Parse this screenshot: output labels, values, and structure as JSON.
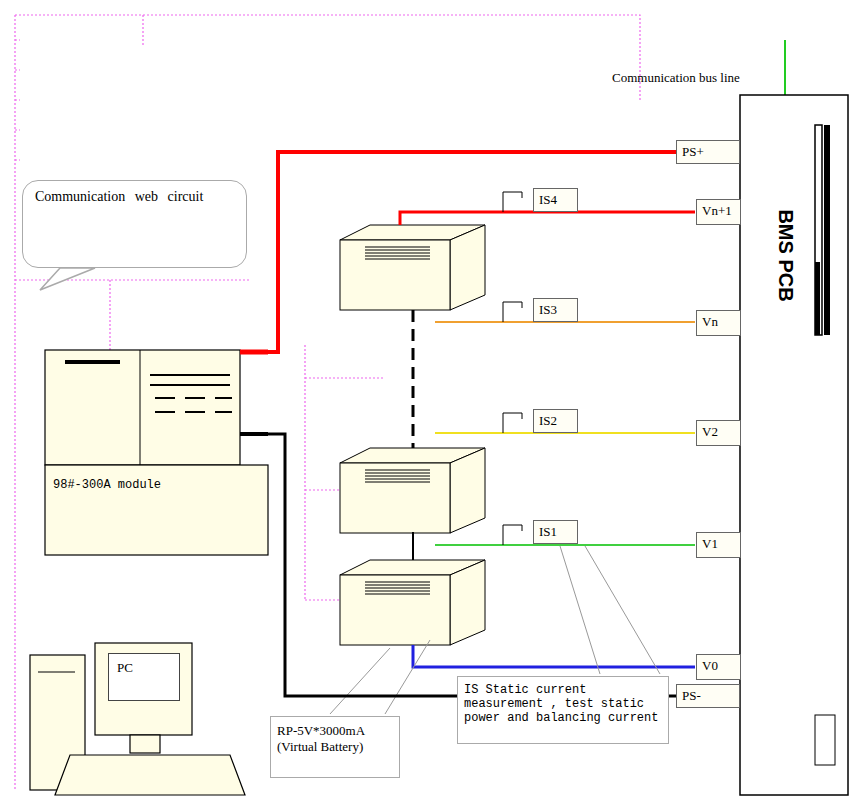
{
  "diagram": {
    "nodes": [
      {
        "text": [
          "Communication web circuit"
        ]
      },
      {
        "text": [
          "PS+"
        ]
      },
      {
        "text": [
          "IS4"
        ]
      },
      {
        "text": [
          "Vn+1"
        ]
      },
      {
        "text": [
          "IS3"
        ]
      },
      {
        "text": [
          "Vn"
        ]
      },
      {
        "text": [
          "98#-300A module"
        ]
      },
      {
        "text": [
          "IS2"
        ]
      },
      {
        "text": [
          "V2"
        ]
      },
      {
        "text": [
          "IS1"
        ]
      },
      {
        "text": [
          "V1"
        ]
      },
      {
        "text": [
          "PC"
        ]
      },
      {
        "text": [
          "V0"
        ]
      },
      {
        "text": [
          "IS Static current measurement , test static power and balancing current"
        ]
      },
      {
        "text": [
          "PS-"
        ]
      },
      {
        "text": [
          "RP-5V*3000mA (Virtual Battery)"
        ]
      },
      {
        "text": [
          "BMS PCB"
        ]
      }
    ],
    "edges": [
      {
        "from": 6,
        "to": 1,
        "arrow": "none"
      },
      {
        "from": 6,
        "to": 14,
        "arrow": "none"
      }
    ],
    "labels": [
      "Communication bus line"
    ]
  }
}
